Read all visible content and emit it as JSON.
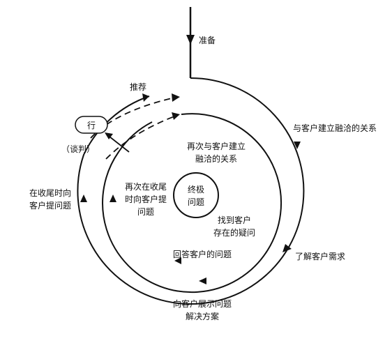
{
  "labels": {
    "prepare": "准备",
    "relationship": "与客户建立融洽的关系",
    "understand_needs": "了解客户需求",
    "show_solution_1": "向客户展示问题",
    "show_solution_2": "解决方案",
    "answer_questions": "回答客户的问题",
    "find_doubts_1": "找到客户",
    "find_doubts_2": "存在的疑问",
    "ultimate_1": "终极",
    "ultimate_2": "问题",
    "rebuild_1": "再次与客户建立",
    "rebuild_2": "融洽的关系",
    "inner_ask_1": "再次在收尾",
    "inner_ask_2": "时向客户提",
    "inner_ask_3": "问题",
    "outer_ask_1": "在收尾时向",
    "outer_ask_2": "客户提问题",
    "negotiate": "（谈判）",
    "go": "行",
    "recommend": "推荐"
  }
}
